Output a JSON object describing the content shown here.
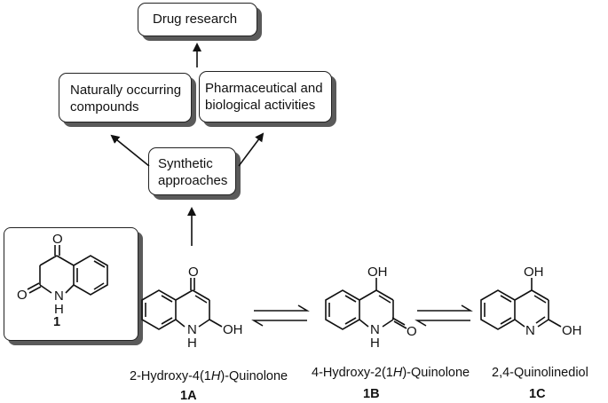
{
  "flow": {
    "drug_research": "Drug research",
    "natural_line1": "Naturally occurring",
    "natural_line2": "compounds",
    "pharma_line1": "Pharmaceutical and",
    "pharma_line2": "biological activities",
    "synthetic_line1": "Synthetic",
    "synthetic_line2": "approaches"
  },
  "structures": {
    "s1": {
      "id": "1",
      "o_top": "O",
      "o_left": "O",
      "nh": "N",
      "nh_h": "H"
    },
    "s1a": {
      "o_top": "O",
      "nh": "N",
      "nh_h": "H",
      "oh": "OH",
      "name_pre": "2-Hydroxy-4(1",
      "name_it": "H",
      "name_post": ")-Quinolone",
      "id": "1A"
    },
    "s1b": {
      "oh": "OH",
      "nh": "N",
      "nh_h": "H",
      "o_right": "O",
      "name_pre": "4-Hydroxy-2(1",
      "name_it": "H",
      "name_post": ")-Quinolone",
      "id": "1B"
    },
    "s1c": {
      "oh_top": "OH",
      "n": "N",
      "oh_right": "OH",
      "name": "2,4-Quinolinediol",
      "id": "1C"
    }
  }
}
